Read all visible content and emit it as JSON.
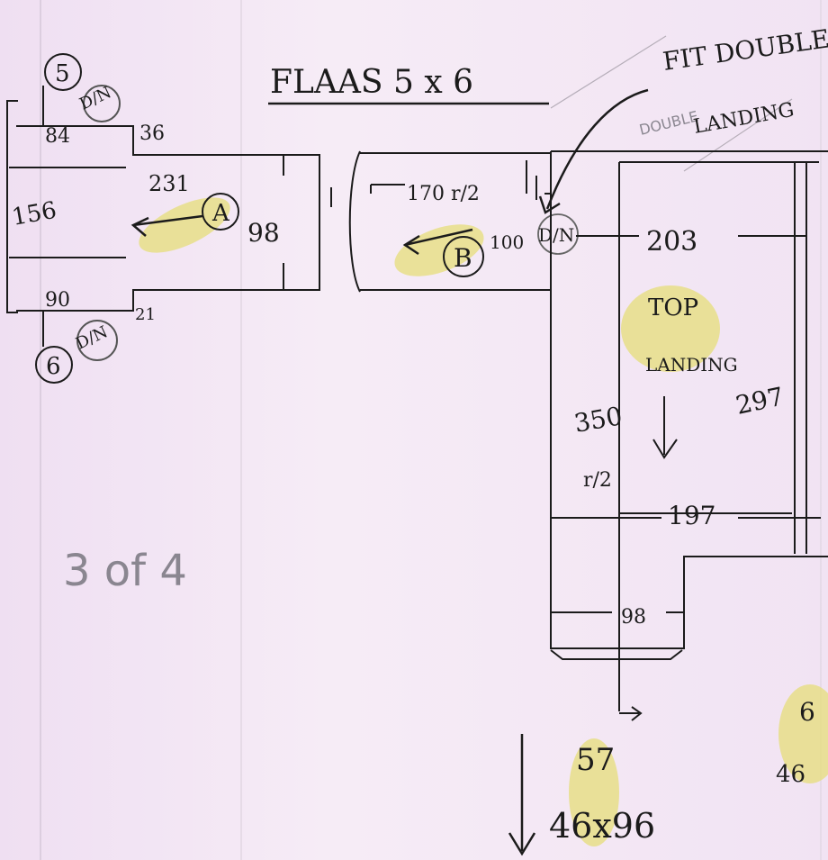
{
  "title": "FLAAS 5 x 6",
  "note": {
    "line1": "FIT DOUBLE",
    "line2": "DOUBLE",
    "line3": "LANDING"
  },
  "page_label": "3 of 4",
  "rooms": {
    "room_a": {
      "label": "A",
      "width": "231",
      "depth": "98",
      "height": "156",
      "top_left": "84",
      "top_right": "36",
      "bottom_left": "90",
      "bottom_right": "21"
    },
    "room_b": {
      "label": "B",
      "width": "170 r/2",
      "depth": "100"
    },
    "landing": {
      "top": "203",
      "label1": "TOP",
      "label2": "LANDING",
      "right": "297",
      "left": "350",
      "left_sub": "r/2",
      "bottom": "197",
      "step": "98"
    },
    "below": {
      "top": "57",
      "size": "46x96"
    }
  },
  "doors": [
    {
      "number": "5",
      "text": "D/N"
    },
    {
      "number": "6",
      "text": "D/N"
    },
    {
      "text": "D/N"
    }
  ],
  "edge": {
    "partial1": "6",
    "partial2": "46"
  },
  "colors": {
    "ink": "#1b1b1b",
    "highlight": "#e6de7a",
    "paper": "#f3e6f4",
    "pencil": "#8a8690"
  }
}
